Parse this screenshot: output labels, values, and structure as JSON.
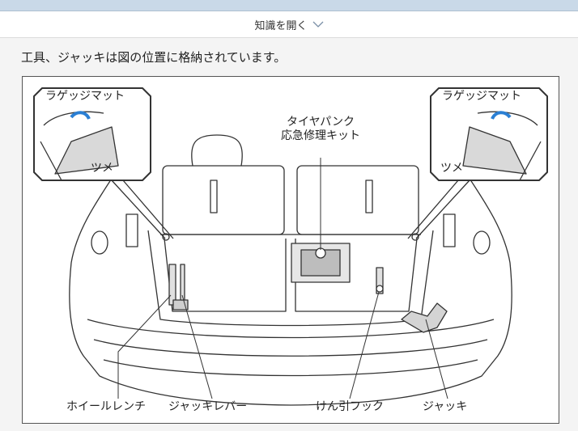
{
  "expander": {
    "label": "知識を開く"
  },
  "description": "工具、ジャッキは図の位置に格納されています。",
  "figure": {
    "callout_left_title": "ラゲッジマット",
    "callout_left_tab": "ツメ",
    "callout_right_title": "ラゲッジマット",
    "callout_right_tab": "ツメ",
    "repair_kit_line1": "タイヤパンク",
    "repair_kit_line2": "応急修理キット",
    "bottom_labels": {
      "wheel_wrench": "ホイールレンチ",
      "jack_lever": "ジャッキレバー",
      "tow_hook": "けん引フック",
      "jack": "ジャッキ"
    }
  }
}
